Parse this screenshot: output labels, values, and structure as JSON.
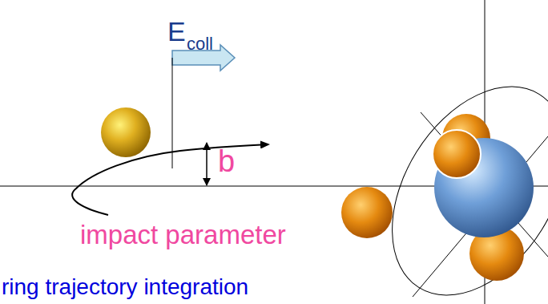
{
  "diagram": {
    "labels": [
      "E",
      "coll",
      "b",
      "impact parameter",
      "ring trajectory integration"
    ]
  }
}
